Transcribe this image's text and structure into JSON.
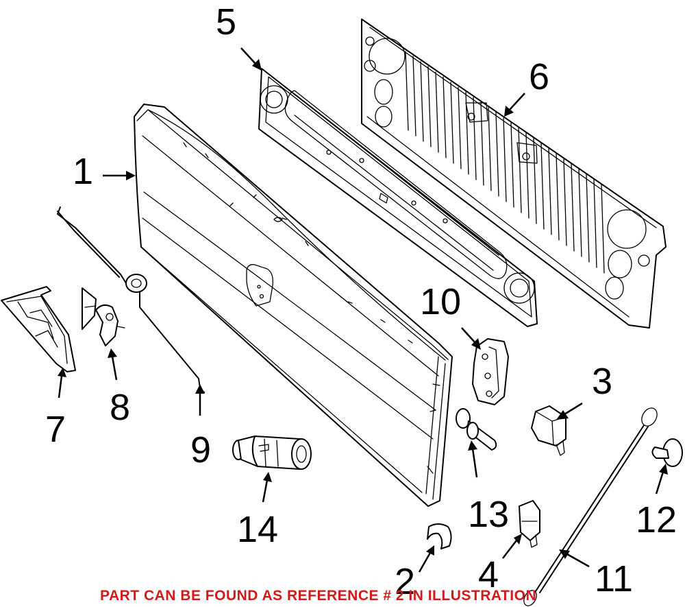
{
  "callouts": [
    "1",
    "2",
    "3",
    "4",
    "5",
    "6",
    "7",
    "8",
    "9",
    "10",
    "11",
    "12",
    "13",
    "14"
  ],
  "caption": "PART CAN BE FOUND AS REFERENCE # 2 IN ILLUSTRATION",
  "colors": {
    "caption": "#d11b1b",
    "lines": "#000000",
    "background": "#ffffff"
  }
}
